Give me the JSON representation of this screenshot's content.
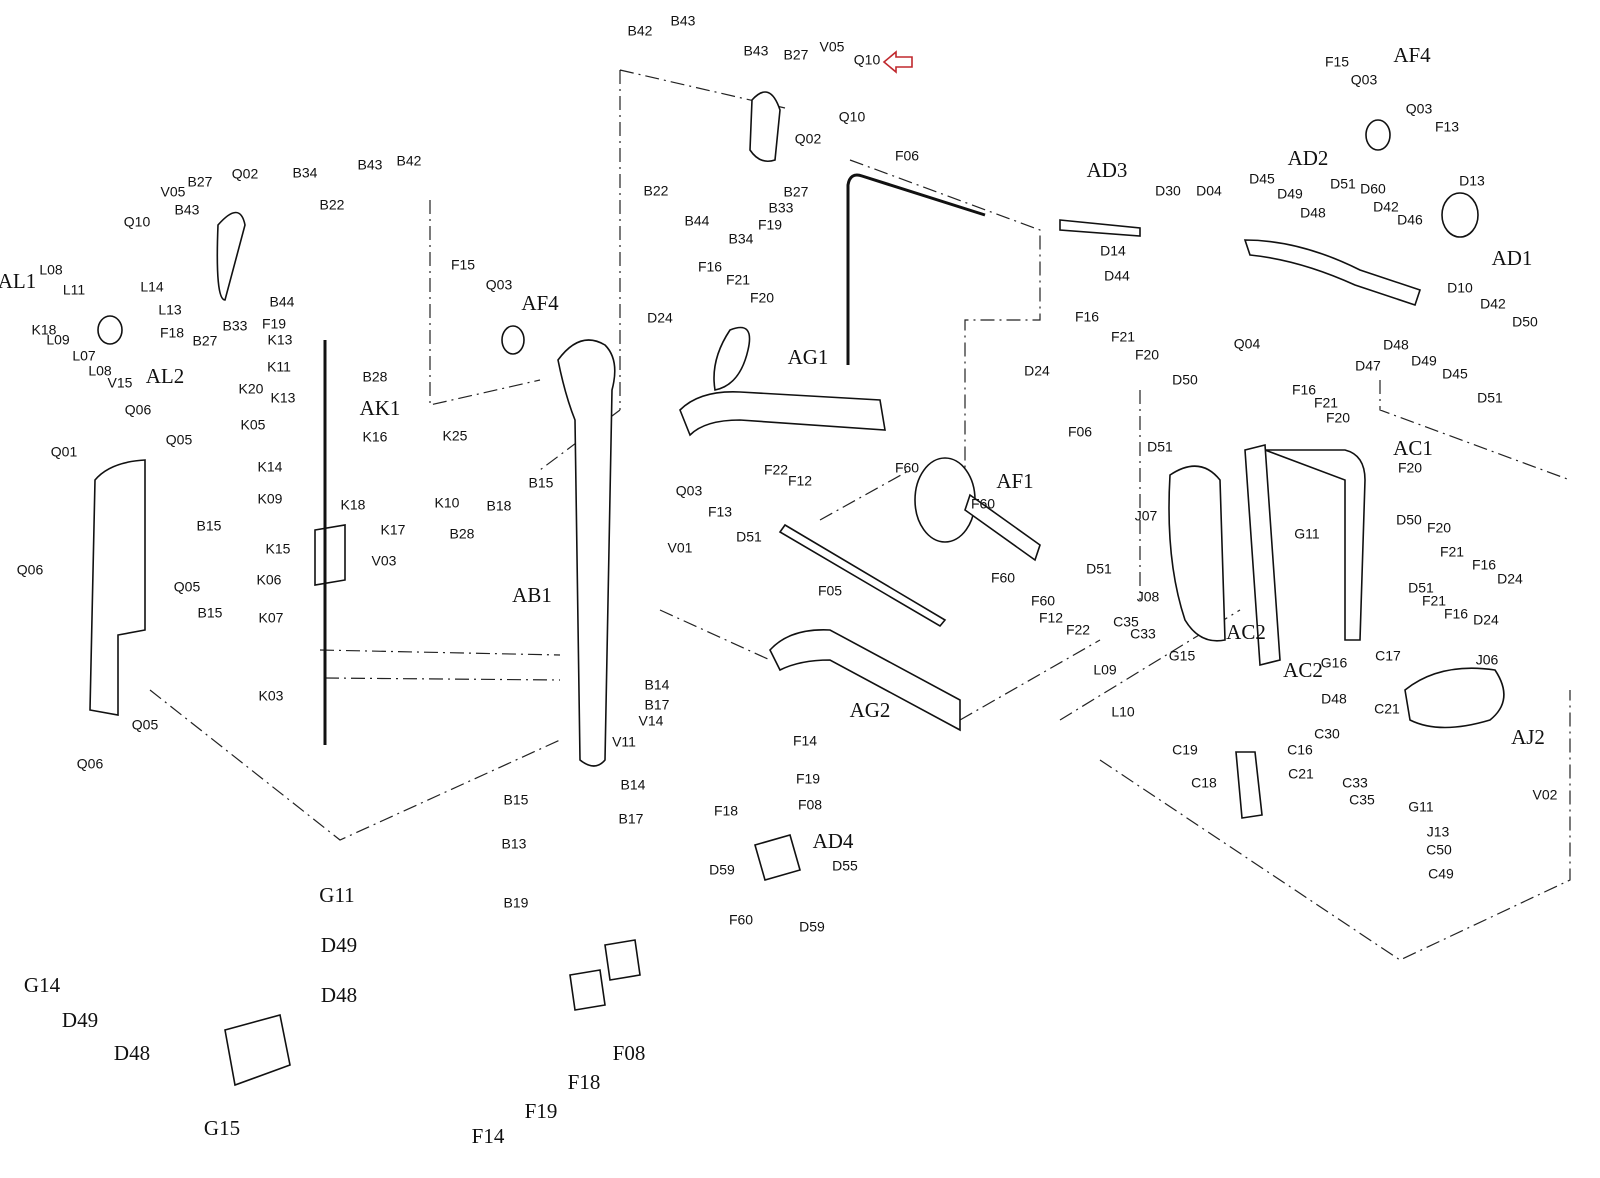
{
  "diagram": {
    "kind": "exploded parts view",
    "highlight_color": "#c0282d",
    "line_color": "#111111",
    "marker_icon": "red-outline-left-arrow",
    "assembly_labels": [
      "AL1",
      "AL2",
      "AF4",
      "AK1",
      "AB1",
      "AG1",
      "AF1",
      "AG2",
      "AD4",
      "AD3",
      "AD2",
      "AD1",
      "AF4",
      "AC1",
      "AC2",
      "AJ2"
    ],
    "labels": [
      "B42",
      "B43",
      "B43",
      "B27",
      "V05",
      "Q10",
      "Q10",
      "Q02",
      "B22",
      "B27",
      "B33",
      "B44",
      "F19",
      "B34",
      "B43",
      "B42",
      "Q02",
      "B34",
      "B27",
      "V05",
      "B43",
      "B22",
      "Q10",
      "L14",
      "L13",
      "F18",
      "B44",
      "F19",
      "B33",
      "B27",
      "AL1",
      "L08",
      "L11",
      "L09",
      "K18",
      "L07",
      "L08",
      "V15",
      "AL2",
      "F15",
      "Q03",
      "AF4",
      "K13",
      "K11",
      "B28",
      "K13",
      "K20",
      "AK1",
      "K05",
      "K16",
      "K25",
      "K14",
      "K18",
      "K10",
      "K09",
      "K17",
      "K15",
      "V03",
      "K06",
      "K07",
      "K03",
      "Q06",
      "Q01",
      "Q05",
      "B15",
      "Q06",
      "Q05",
      "B15",
      "Q05",
      "Q06",
      "B15",
      "B18",
      "B28",
      "AB1",
      "V01",
      "Q03",
      "F13",
      "F16",
      "F21",
      "F20",
      "D24",
      "AG1",
      "F06",
      "F22",
      "F12",
      "D51",
      "F60",
      "AF1",
      "F60",
      "F06",
      "F05",
      "F60",
      "F60",
      "F12",
      "D51",
      "F22",
      "C35",
      "C33",
      "AG2",
      "B14",
      "B17",
      "V14",
      "V11",
      "B14",
      "B15",
      "B17",
      "B13",
      "B19",
      "F14",
      "F19",
      "F18",
      "F08",
      "AD4",
      "D55",
      "D59",
      "F60",
      "D59",
      "G11",
      "D49",
      "D48",
      "G14",
      "D49",
      "D48",
      "G15",
      "F08",
      "F18",
      "F19",
      "F14",
      "F15",
      "Q03",
      "AF4",
      "Q03",
      "F13",
      "AD3",
      "D30",
      "D04",
      "D45",
      "D49",
      "AD2",
      "D51",
      "D60",
      "D13",
      "D48",
      "D42",
      "D46",
      "D14",
      "D44",
      "AD1",
      "D10",
      "D42",
      "D50",
      "D48",
      "D49",
      "D45",
      "D47",
      "D51",
      "F16",
      "F21",
      "F20",
      "D24",
      "Q04",
      "D50",
      "D51",
      "F16",
      "F21",
      "F20",
      "AC1",
      "F20",
      "J07",
      "G11",
      "D50",
      "F20",
      "F21",
      "F16",
      "D24",
      "D51",
      "F21",
      "F16",
      "D24",
      "J08",
      "AC2",
      "G15",
      "G16",
      "C17",
      "AC2",
      "D48",
      "L09",
      "L10",
      "J06",
      "C21",
      "AJ2",
      "C30",
      "C16",
      "C19",
      "C21",
      "C18",
      "C33",
      "C35",
      "V02",
      "G11",
      "J13",
      "C50",
      "C49"
    ]
  }
}
